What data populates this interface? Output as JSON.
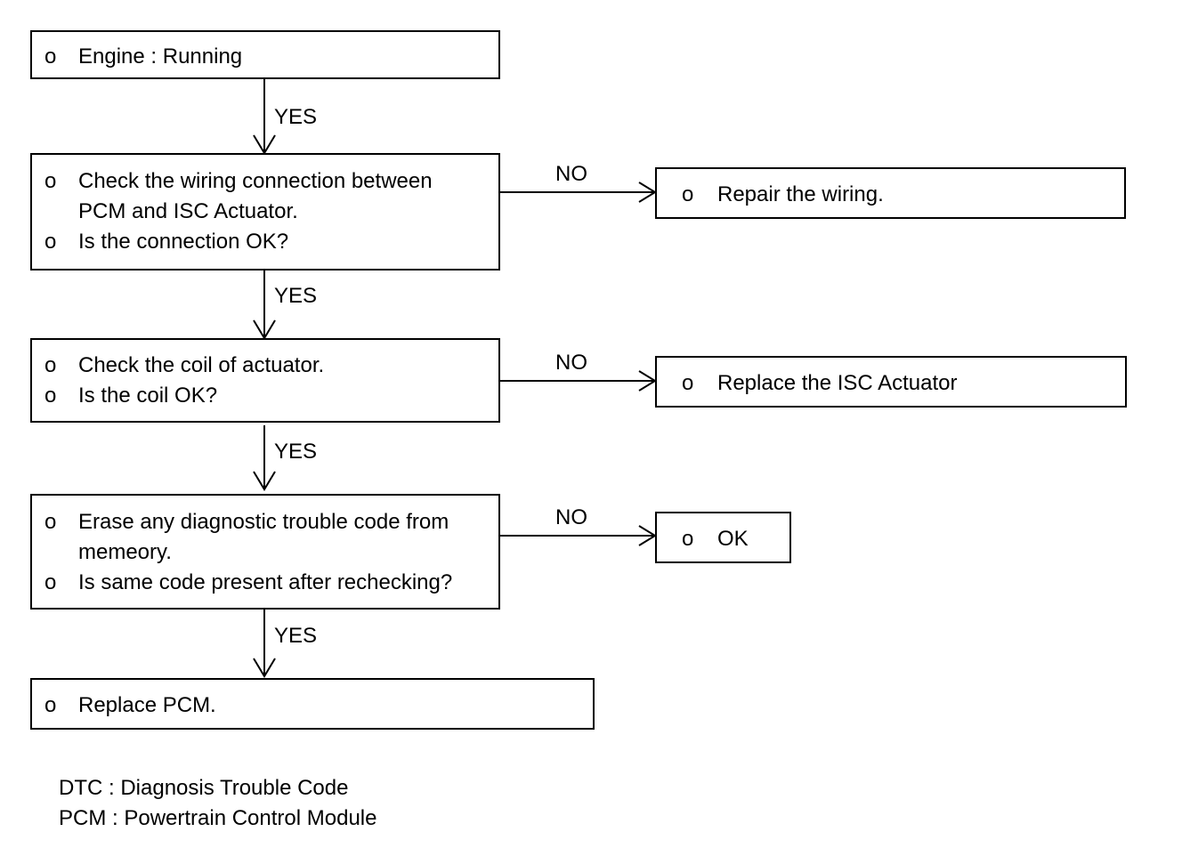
{
  "bullet": "o",
  "flow": {
    "b1": [
      "Engine : Running"
    ],
    "b2": [
      "Check the wiring connection between",
      "PCM and ISC Actuator.",
      "Is the connection OK?"
    ],
    "b3": [
      "Check the coil of actuator.",
      "Is the coil OK?"
    ],
    "b4": [
      "Erase any diagnostic trouble code from",
      "memeory.",
      "Is same code present after rechecking?"
    ],
    "b5": [
      "Replace PCM."
    ],
    "n1": [
      "Repair the wiring."
    ],
    "n2": [
      "Replace the ISC Actuator"
    ],
    "n3": [
      "OK"
    ]
  },
  "labels": {
    "yes": "YES",
    "no": "NO"
  },
  "legend": [
    "DTC : Diagnosis Trouble Code",
    "PCM : Powertrain Control Module"
  ]
}
